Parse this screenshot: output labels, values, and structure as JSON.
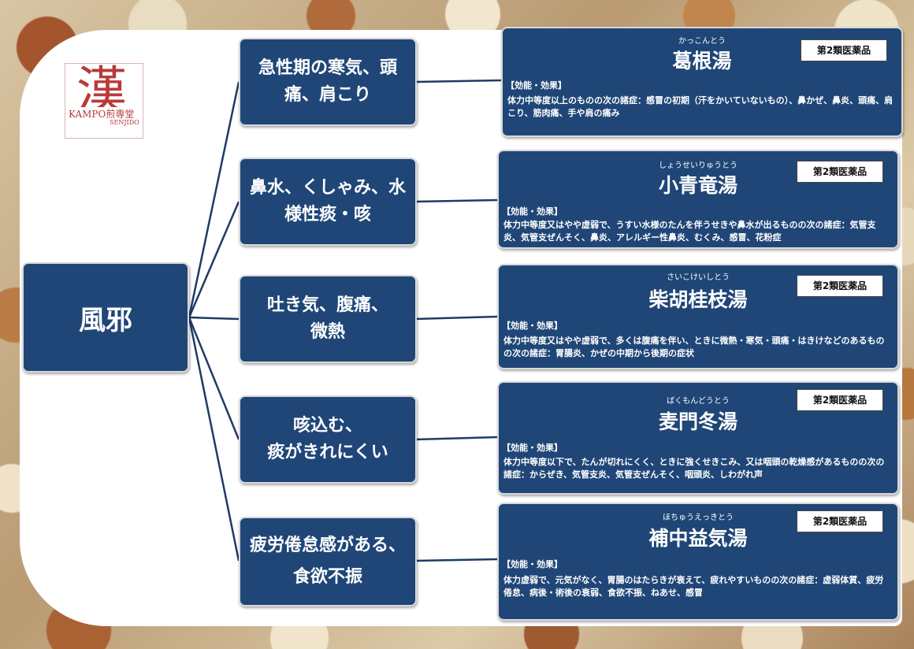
{
  "logo": {
    "kanji": "漢",
    "brand": "KAMPO煎専堂",
    "sub": "SENJIDO"
  },
  "root": {
    "label": "風邪"
  },
  "symptoms": [
    "急性期の寒気、頭痛、肩こり",
    "鼻水、くしゃみ、水様性痰・咳",
    "吐き気、腹痛、微熱",
    "咳込む、痰がきれにくい",
    "疲労倦怠感がある、食欲不振"
  ],
  "symptoms_display": [
    [
      "急性期の寒気、頭",
      "痛、肩こり"
    ],
    [
      "鼻水、くしゃみ、水",
      "様性痰・咳"
    ],
    [
      "吐き気、腹痛、",
      "微熱"
    ],
    [
      "咳込む、",
      "痰がきれにくい"
    ],
    [
      "疲労倦怠感がある、",
      "食欲不振"
    ]
  ],
  "effect_header": "【効能・効果】",
  "medicines": [
    {
      "reading": "かっこんとう",
      "name": "葛根湯",
      "badge": "第2類医薬品",
      "description": "体力中等度以上のものの次の諸症：感冒の初期（汗をかいていないもの）、鼻かぜ、鼻炎、頭痛、肩こり、筋肉痛、手や肩の痛み"
    },
    {
      "reading": "しょうせいりゅうとう",
      "name": "小青竜湯",
      "badge": "第2類医薬品",
      "description": "体力中等度又はやや虚弱で、うすい水様のたんを伴うせきや鼻水が出るものの次の諸症：気管支炎、気管支ぜんそく、鼻炎、アレルギー性鼻炎、むくみ、感冒、花粉症"
    },
    {
      "reading": "さいこけいしとう",
      "name": "柴胡桂枝湯",
      "badge": "第2類医薬品",
      "description": "体力中等度又はやや虚弱で、多くは腹痛を伴い、ときに微熱・寒気・頭痛・はきけなどのあるものの次の諸症：胃腸炎、かぜの中期から後期の症状"
    },
    {
      "reading": "ばくもんどうとう",
      "name": "麦門冬湯",
      "badge": "第2類医薬品",
      "description": "体力中等度以下で、たんが切れにくく、ときに強くせきこみ、又は咽頭の乾燥感があるものの次の諸症：からぜき、気管支炎、気管支ぜんそく、咽頭炎、しわがれ声"
    },
    {
      "reading": "ほちゅうえっきとう",
      "name": "補中益気湯",
      "badge": "第2類医薬品",
      "description": "体力虚弱で、元気がなく、胃腸のはたらきが衰えて、疲れやすいものの次の諸症：虚弱体質、疲労倦怠、病後・術後の衰弱、食欲不振、ねあせ、感冒"
    }
  ],
  "colors": {
    "box": "#1f4677",
    "connector": "#1f3b66",
    "logo": "#b83a3a"
  }
}
